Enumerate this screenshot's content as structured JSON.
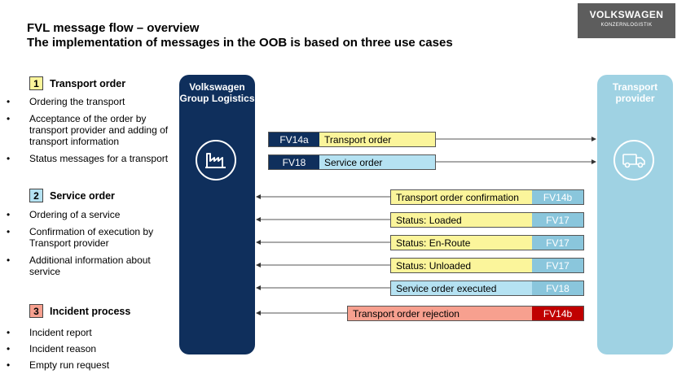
{
  "title": "FVL message flow – overview",
  "subtitle": "The implementation of messages in the OOB is based on three use cases",
  "brand": {
    "name": "VOLKSWAGEN",
    "sub": "KONZERNLOGISTIK"
  },
  "sections": [
    {
      "num": "1",
      "color": "#fbf59b",
      "title": "Transport order",
      "items": [
        "Ordering the transport",
        "Acceptance of the order by transport provider and adding of transport information",
        "Status messages for a transport"
      ]
    },
    {
      "num": "2",
      "color": "#b5e2f2",
      "title": "Service order",
      "items": [
        "Ordering of a service",
        "Confirmation of execution by Transport provider",
        "Additional information about service"
      ]
    },
    {
      "num": "3",
      "color": "#f7a08f",
      "title": "Incident process",
      "items": [
        "Incident report",
        "Incident reason",
        "Empty run request"
      ]
    }
  ],
  "left_party": {
    "label": "Volkswagen Group Logistics",
    "icon": "factory-icon",
    "color": "#0f2f5c"
  },
  "right_party": {
    "label": "Transport provider",
    "icon": "truck-icon",
    "color": "#9fd2e3"
  },
  "outgoing": [
    {
      "code": "FV14a",
      "label": "Transport order"
    },
    {
      "code": "FV18",
      "label": "Service order"
    }
  ],
  "incoming": [
    {
      "label": "Transport order confirmation",
      "code": "FV14b"
    },
    {
      "label": "Status: Loaded",
      "code": "FV17"
    },
    {
      "label": "Status: En-Route",
      "code": "FV17"
    },
    {
      "label": "Status: Unloaded",
      "code": "FV17"
    },
    {
      "label": "Service order executed",
      "code": "FV18"
    },
    {
      "label": "Transport order rejection",
      "code": "FV14b"
    }
  ]
}
